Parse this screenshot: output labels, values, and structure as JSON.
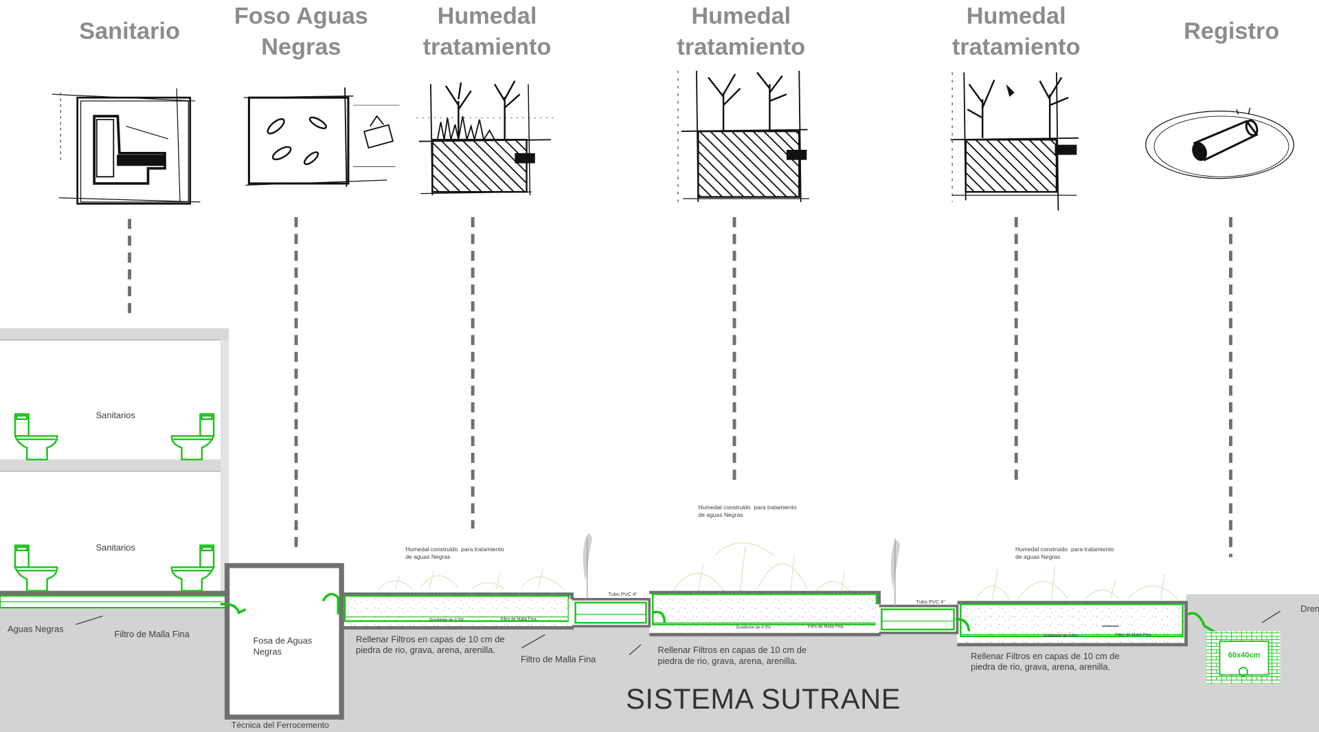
{
  "headings": {
    "h1": "Sanitario",
    "h2": "Foso Aguas\nNegras",
    "h3": "Humedal\ntratamiento",
    "h4": "Humedal\ntratamiento",
    "h5": "Humedal\ntratamiento",
    "h6": "Registro"
  },
  "labels": {
    "sanitarios_top": "Sanitarios",
    "sanitarios_bottom": "Sanitarios",
    "aguas_negras": "Aguas Negras",
    "filtro_malla_1": "Filtro de Malla Fina",
    "fosa": "Fosa de Aguas\nNegras",
    "tecnica": "Técnica del Ferrocemento",
    "humedal_1": "Humedal construido  para tratamiento\nde aguas Negras",
    "humedal_2": "Humedal construido  para tratamiento\nde aguas Negras",
    "humedal_3": "Humedal construido  para tratamiento\nde aguas Negras",
    "rellenar_1": "Rellenar Filtros en capas de 10 cm de\npiedra de rio, grava, arena, arenilla.",
    "rellenar_2": "Rellenar Filtros en capas de 10 cm de\npiedra de rio, grava, arena, arenilla.",
    "rellenar_3": "Rellenar Filtros en capas de 10 cm de\npiedra de rio, grava, arena, arenilla.",
    "filtro_malla_2": "Filtro de Malla Fina",
    "tubo_1": "Tubo PVC 4\"",
    "tubo_2": "Tubo PVC 4\"",
    "gradiente_1": "Gradiente de 0.5%",
    "gradiente_2": "Gradiente de 0.5%",
    "gradiente_3": "Gradiente de 0.5%",
    "filtro_small_1": "Filtro de Malla Fina",
    "filtro_small_2": "Filtro de Malla Fina",
    "filtro_small_3": "Filtro de Malla Fina",
    "box_size": "60x40cm",
    "drenaje": "Dren"
  },
  "title": "SISTEMA SUTRANE",
  "colors": {
    "heading": "#8c8c8c",
    "pipe_green": "#19c419",
    "ground": "#d3d3d3",
    "wall": "#707070",
    "dash": "#707070"
  }
}
